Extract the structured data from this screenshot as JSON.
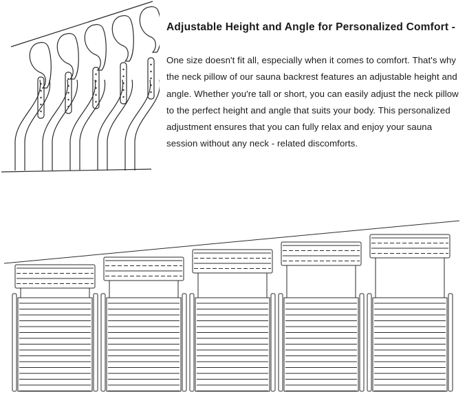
{
  "content": {
    "title": "Adjustable Height and Angle for Personalized Comfort -",
    "description": "One size doesn't fit all, especially when it comes to comfort. That's why the neck pillow of our sauna backrest features an adjustable height and angle. Whether you're tall or short, you can easily adjust the neck pillow to the perfect height and angle that suits your body. This personalized adjustment ensures that you can fully relax and enjoy your sauna session without any neck - related discomforts."
  },
  "illustrations": {
    "side_view": {
      "icon": "backrest-side-profile-icon",
      "positions": 5
    },
    "front_view": {
      "icon": "backrest-front-slats-icon",
      "positions": 5
    }
  },
  "colors": {
    "line": "#2a2a2a",
    "text": "#1a1a1a",
    "background": "#ffffff"
  }
}
